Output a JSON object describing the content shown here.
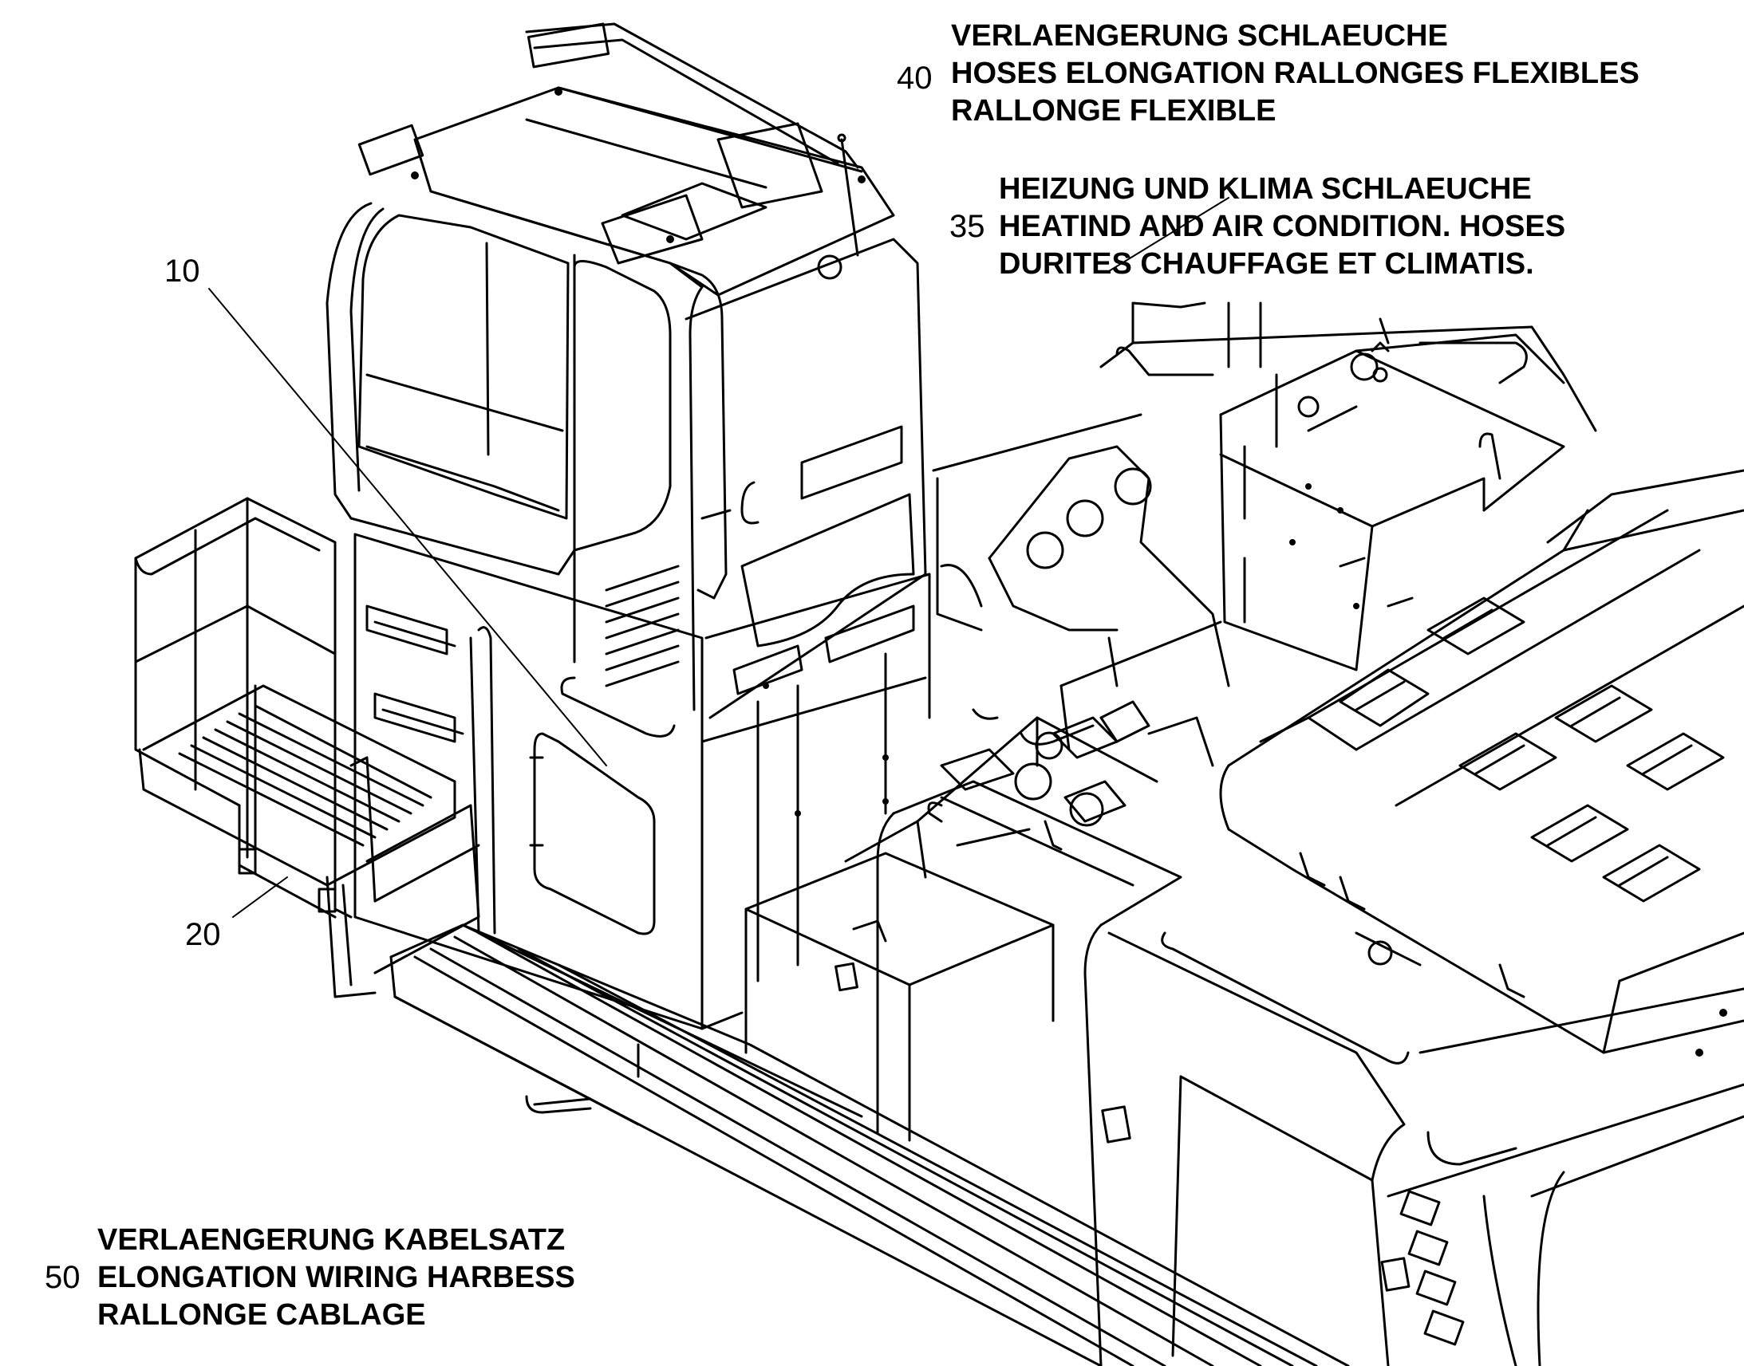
{
  "callouts": {
    "c10": {
      "number": "10"
    },
    "c20": {
      "number": "20"
    },
    "c35": {
      "number": "35",
      "lines": [
        "HEIZUNG UND KLIMA SCHLAEUCHE",
        "HEATIND AND AIR CONDITION. HOSES",
        "DURITES CHAUFFAGE ET CLIMATIS."
      ]
    },
    "c40": {
      "number": "40",
      "lines": [
        "VERLAENGERUNG SCHLAEUCHE",
        "HOSES ELONGATION RALLONGES FLEXIBLES",
        "RALLONGE FLEXIBLE"
      ]
    },
    "c50": {
      "number": "50",
      "lines": [
        "VERLAENGERUNG KABELSATZ",
        "ELONGATION WIRING HARBESS",
        "RALLONGE CABLAGE"
      ]
    }
  },
  "colors": {
    "ink": "#000000",
    "paper": "#ffffff"
  }
}
